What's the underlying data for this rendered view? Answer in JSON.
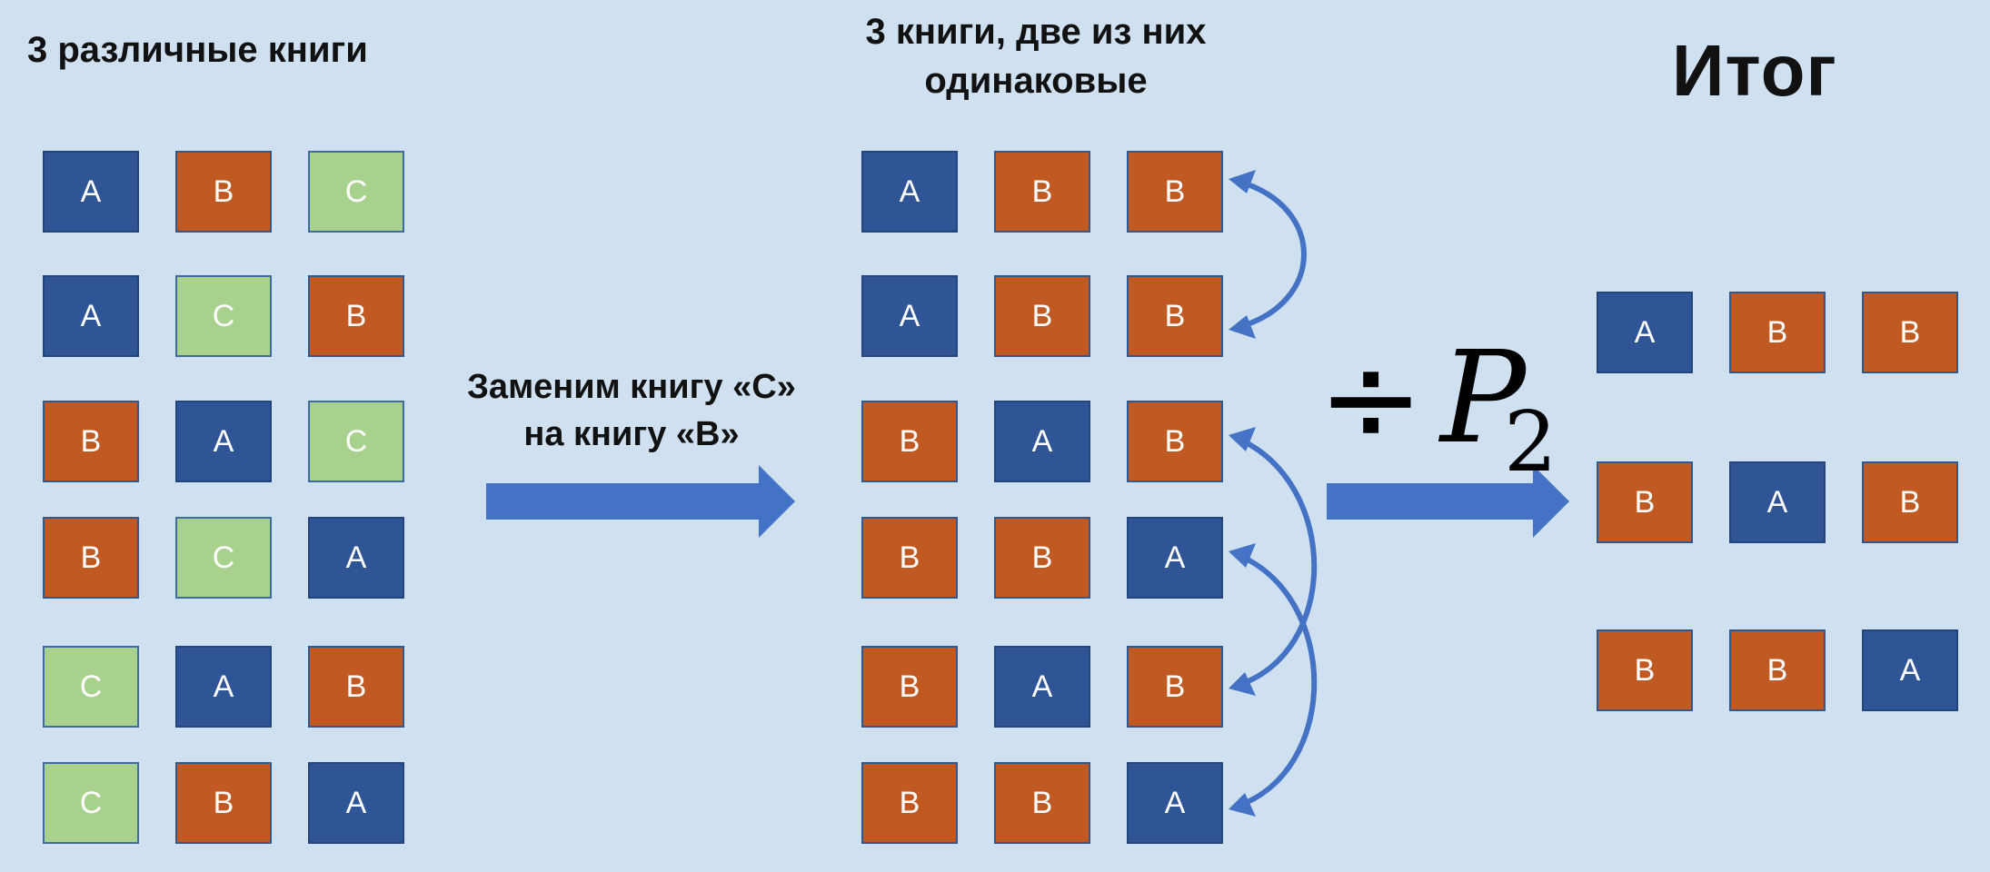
{
  "headings": {
    "left": "3 различные книги",
    "middle": "3 книги, две из них одинаковые",
    "right": "Итог"
  },
  "step_label": "Заменим книгу «С» на книгу «В»",
  "formula": {
    "operator": "÷",
    "symbol": "P",
    "subscript": "2"
  },
  "groups": {
    "left": [
      [
        "A",
        "B",
        "C"
      ],
      [
        "A",
        "C",
        "B"
      ],
      [
        "B",
        "A",
        "C"
      ],
      [
        "B",
        "C",
        "A"
      ],
      [
        "C",
        "A",
        "B"
      ],
      [
        "C",
        "B",
        "A"
      ]
    ],
    "middle": [
      [
        "A",
        "B",
        "B"
      ],
      [
        "A",
        "B",
        "B"
      ],
      [
        "B",
        "A",
        "B"
      ],
      [
        "B",
        "B",
        "A"
      ],
      [
        "B",
        "A",
        "B"
      ],
      [
        "B",
        "B",
        "A"
      ]
    ],
    "right": [
      [
        "A",
        "B",
        "B"
      ],
      [
        "B",
        "A",
        "B"
      ],
      [
        "B",
        "B",
        "A"
      ]
    ]
  },
  "colors": {
    "background": "#cfe0f0",
    "A": "#2f5597",
    "B": "#c05a22",
    "C": "#a9d18e",
    "arrow": "#4472c4"
  }
}
